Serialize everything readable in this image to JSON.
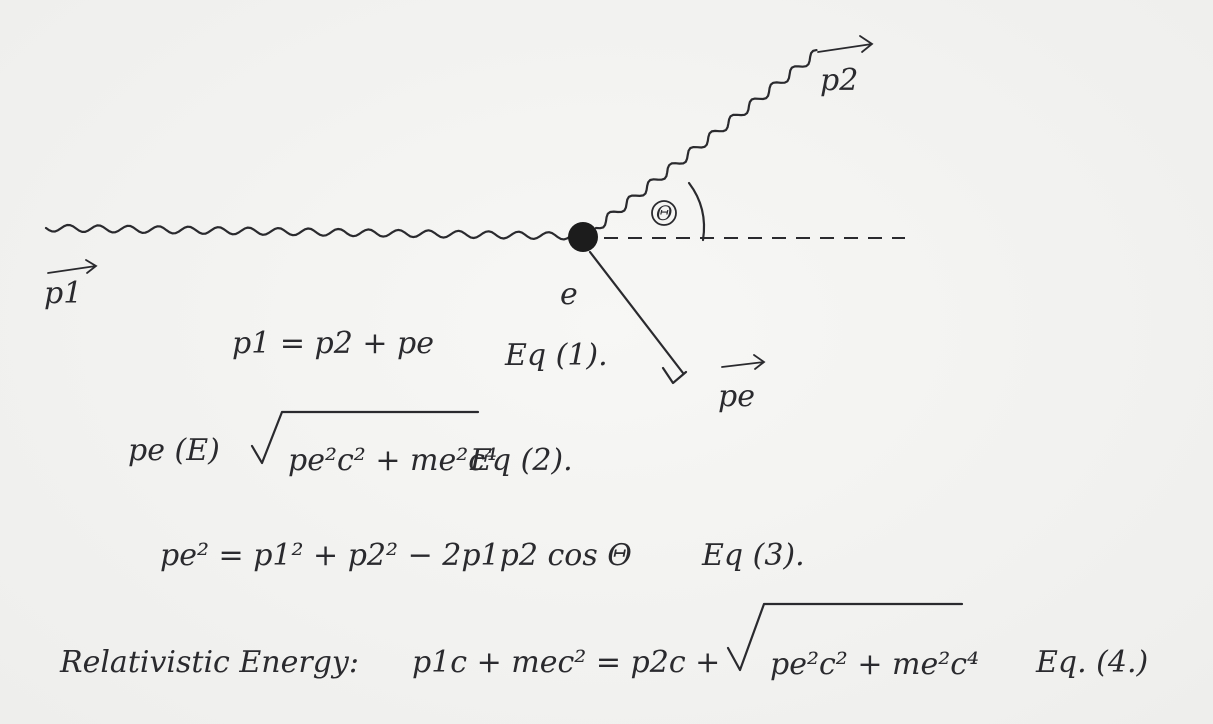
{
  "labels": {
    "p1": "p1",
    "p2": "p2",
    "pe": "pe",
    "electron": "e",
    "theta": "Θ"
  },
  "equations": {
    "eq1_text": "p1 = p2 + pe",
    "eq1_tag": "Eq (1).",
    "eq2_lhs": "pe (E)",
    "eq2_rad": "pe²c² + me²c⁴",
    "eq2_tag": "Eq (2).",
    "eq3_text": "pe² = p1² + p2² − 2p1p2 cos Θ",
    "eq3_tag": "Eq (3).",
    "eq4_label": "Relativistic Energy:",
    "eq4_lhs": "p1c + mec² = p2c +",
    "eq4_rad": "pe²c² + me²c⁴",
    "eq4_tag": "Eq. (4.)"
  },
  "colors": {
    "ink": "#2a2a2e",
    "paper": "#f4f4f2"
  }
}
